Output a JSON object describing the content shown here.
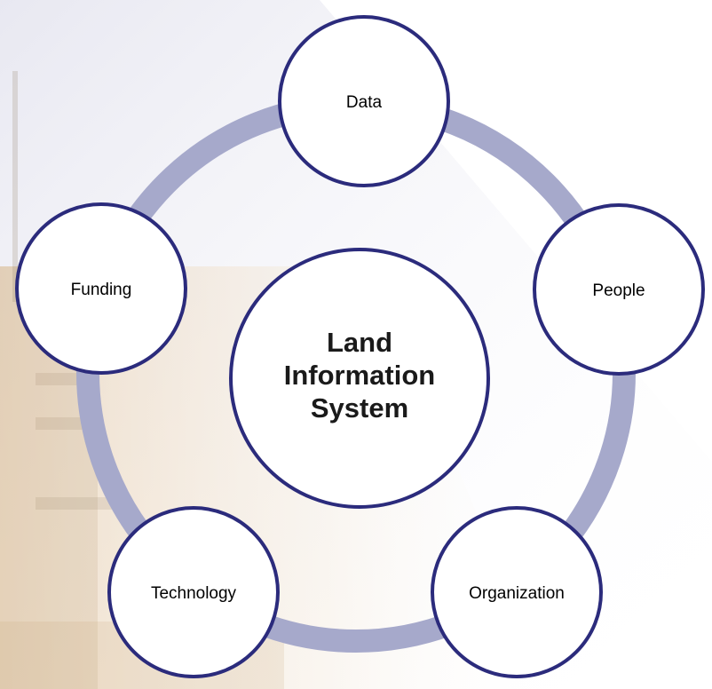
{
  "diagram": {
    "center": {
      "lines": [
        "Land",
        "Information",
        "System"
      ]
    },
    "nodes": [
      {
        "label": "Data"
      },
      {
        "label": "People"
      },
      {
        "label": "Organization"
      },
      {
        "label": "Technology"
      },
      {
        "label": "Funding"
      }
    ]
  },
  "colors": {
    "ring": "#a6a9cb",
    "circle_stroke": "#2b2b7c",
    "circle_fill": "#ffffff"
  }
}
